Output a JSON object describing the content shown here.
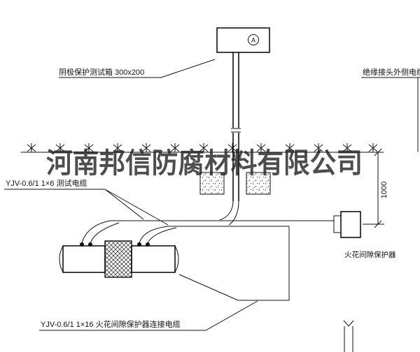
{
  "drawing": {
    "labels": {
      "test_box": "阴极保护测试箱 300x200",
      "outer_cable": "绝缘接头外侧电缆",
      "test_cable": "YJV-0.6/1 1×6  测试电缆",
      "spark_gap": "火花间隙保护器",
      "connect_cable": "YJV-0.6/1 1×16  火花间隙保护器连接电缆",
      "dim_1000": "1000",
      "meter_mark": "A"
    },
    "watermark": "河南邦信防腐材料有限公司",
    "colors": {
      "line": "#111111",
      "background": "#ffffff",
      "watermark": "#1c1c1c"
    }
  }
}
